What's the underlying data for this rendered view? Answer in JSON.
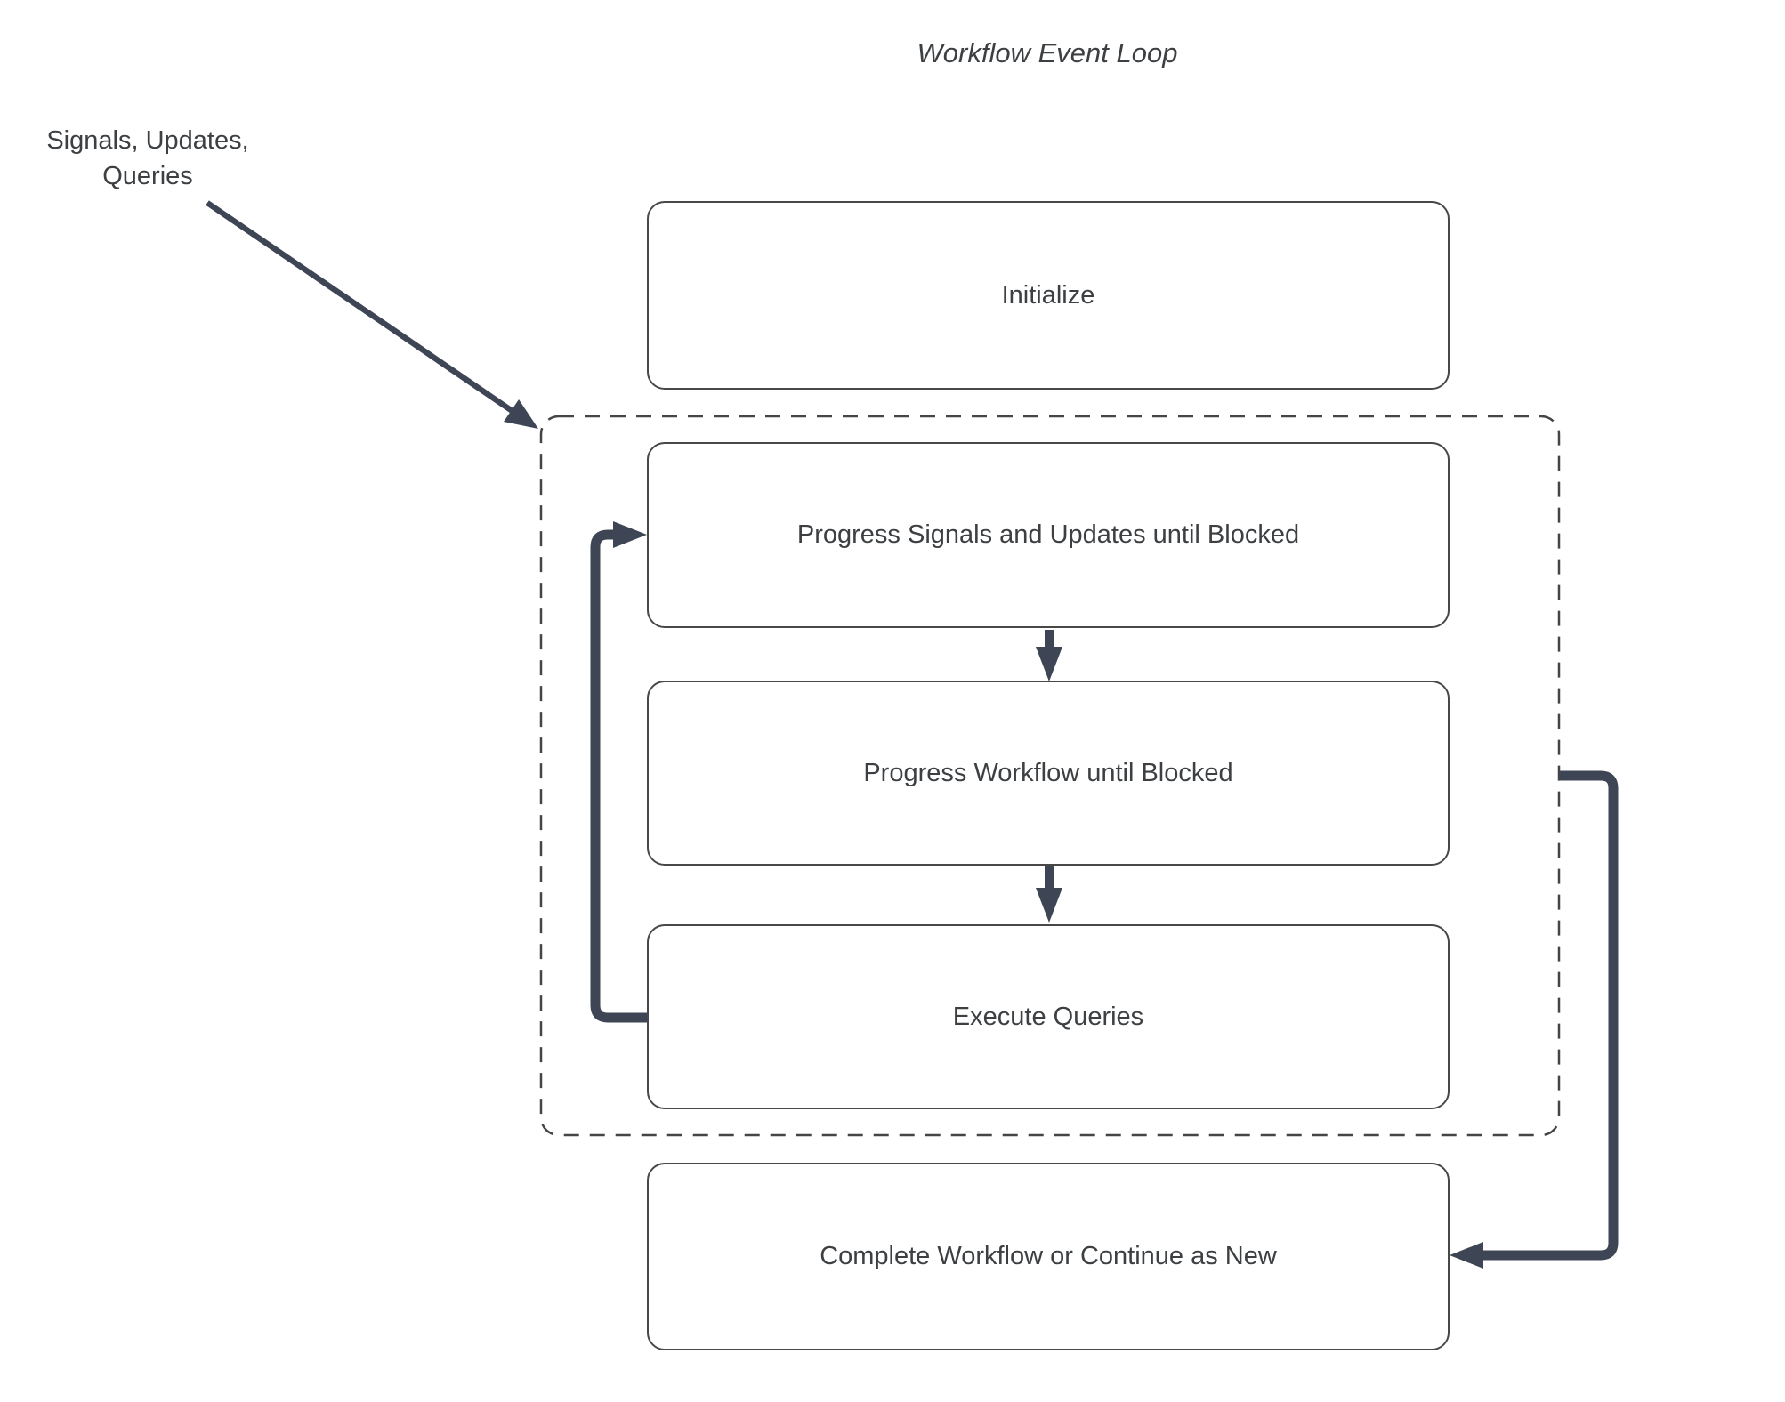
{
  "title": "Workflow Event Loop",
  "annotation": {
    "line1": "Signals, Updates,",
    "line2": "Queries"
  },
  "nodes": {
    "initialize": {
      "label": "Initialize"
    },
    "progress_signals": {
      "label": "Progress Signals and Updates until Blocked"
    },
    "progress_workflow": {
      "label": "Progress Workflow until Blocked"
    },
    "execute_queries": {
      "label": "Execute Queries"
    },
    "complete": {
      "label": "Complete Workflow or Continue as New"
    }
  },
  "edges": [
    {
      "from": "signals-updates-queries-annotation",
      "to": "event-loop-container",
      "kind": "thin-diagonal-arrow"
    },
    {
      "from": "progress_signals",
      "to": "progress_workflow",
      "kind": "down-arrow"
    },
    {
      "from": "progress_workflow",
      "to": "execute_queries",
      "kind": "down-arrow"
    },
    {
      "from": "execute_queries",
      "to": "progress_signals",
      "kind": "thick-left-loop-arrow"
    },
    {
      "from": "event-loop-container",
      "to": "complete",
      "kind": "thick-right-elbow-arrow"
    }
  ],
  "colors": {
    "bg": "#ffffff",
    "arrow": "#3e4554",
    "box-border": "#484848",
    "dash-border": "#454545",
    "text": "#3d4043"
  }
}
